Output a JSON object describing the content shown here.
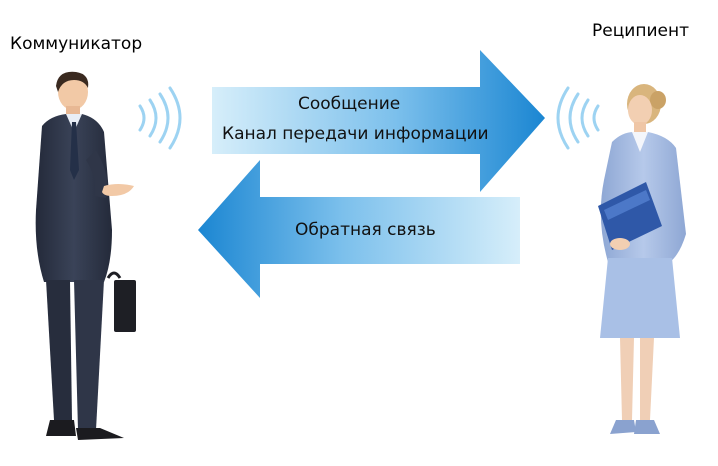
{
  "diagram": {
    "communicator_label": "Коммуникатор",
    "recipient_label": "Реципиент",
    "forward_arrow": {
      "line1": "Сообщение",
      "line2": "Канал передачи информации"
    },
    "backward_arrow": {
      "label": "Обратная связь"
    }
  },
  "colors": {
    "arrow_light": "#cfe9f7",
    "arrow_dark": "#1b86d2",
    "suit_man": "#2f3648",
    "suit_woman": "#9fb6dd",
    "skin": "#f2c9a6"
  }
}
